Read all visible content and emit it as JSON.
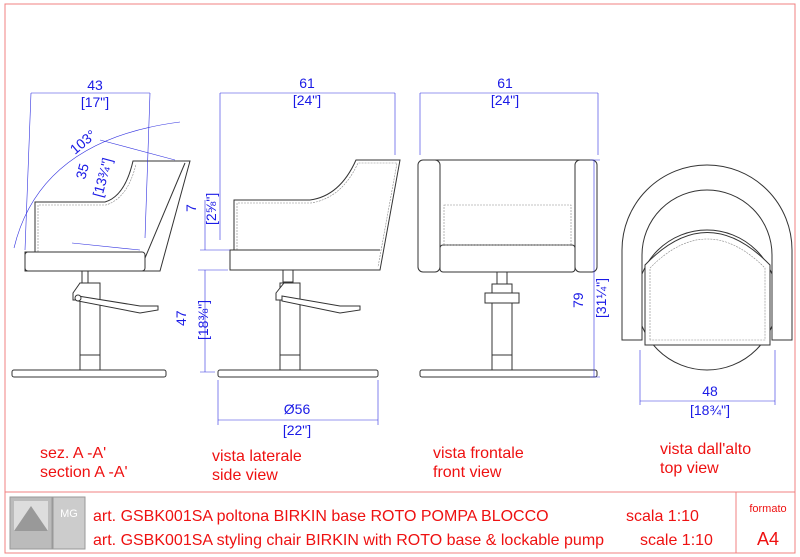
{
  "views": {
    "section": {
      "caption_it": "sez. A -A'",
      "caption_en": "section A -A'",
      "width_cm": "43",
      "width_in": "[17\"]",
      "angle": "103°",
      "back_cm": "35",
      "back_in": "[13¾\"]"
    },
    "side": {
      "caption_it": "vista laterale",
      "caption_en": "side view",
      "depth_cm": "61",
      "depth_in": "[24\"]",
      "base_cm": "Ø56",
      "base_in": "[22\"]",
      "arm_cm": "7",
      "arm_in": "[2⅝\"]",
      "seat_cm": "47",
      "seat_in": "[18⅜\"]"
    },
    "front": {
      "caption_it": "vista frontale",
      "caption_en": "front view",
      "width_cm": "61",
      "width_in": "[24\"]",
      "height_cm": "79",
      "height_in": "[31¼\"]"
    },
    "top": {
      "caption_it": "vista dall'alto",
      "caption_en": "top view",
      "width_cm": "48",
      "width_in": "[18¾\"]"
    }
  },
  "title_block": {
    "line_it": "art. GSBK001SA poltona BIRKIN base ROTO POMPA BLOCCO",
    "scale_it": "scala 1:10",
    "line_en": "art. GSBK001SA styling chair BIRKIN with ROTO base & lockable pump",
    "scale_en": "scale 1:10",
    "format_label": "formato",
    "format_value": "A4",
    "logo_text": "MG"
  },
  "colors": {
    "dimension": "#1a1ae6",
    "caption": "#ee1111",
    "frame": "#f08080"
  }
}
